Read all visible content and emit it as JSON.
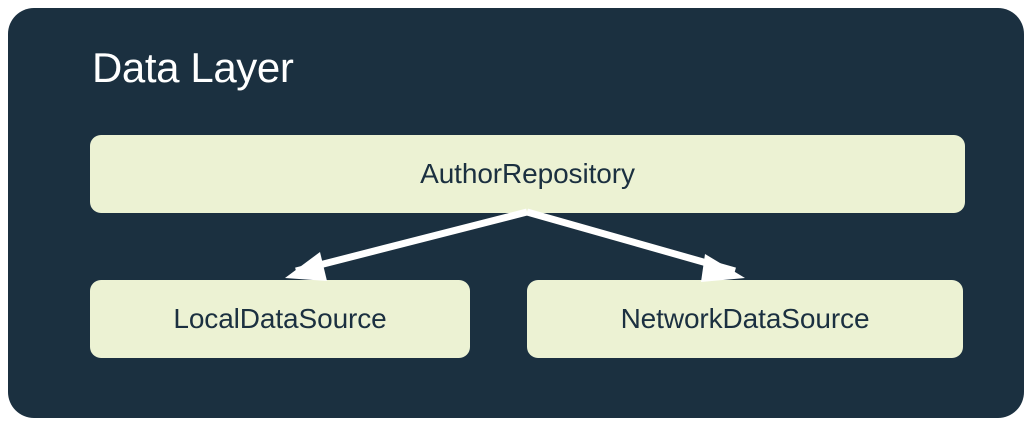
{
  "diagram": {
    "title": "Data Layer",
    "panel_color": "#1b3040",
    "node_fill_color": "#ecf2d3",
    "node_text_color": "#1b3040",
    "title_color": "#ffffff",
    "edge_color": "#ffffff",
    "page_background": "#ffffff"
  },
  "nodes": {
    "repository": {
      "label": "AuthorRepository"
    },
    "local": {
      "label": "LocalDataSource"
    },
    "network": {
      "label": "NetworkDataSource"
    }
  },
  "edges": [
    {
      "from": "AuthorRepository",
      "to": "LocalDataSource",
      "style": "arrow"
    },
    {
      "from": "AuthorRepository",
      "to": "NetworkDataSource",
      "style": "arrow"
    }
  ]
}
